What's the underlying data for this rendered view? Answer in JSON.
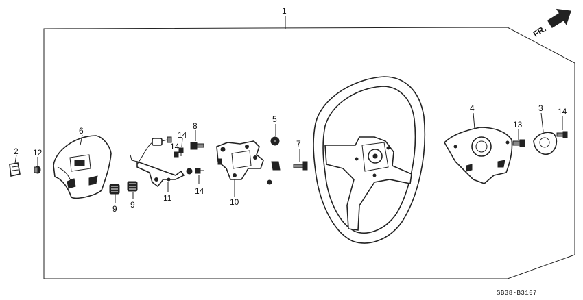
{
  "diagram": {
    "callouts": [
      "1",
      "2",
      "3",
      "4",
      "5",
      "6",
      "7",
      "8",
      "9",
      "9",
      "10",
      "11",
      "12",
      "13",
      "14",
      "14",
      "14",
      "14"
    ],
    "direction_label": "FR.",
    "code": "SB38-B3107",
    "colors": {
      "ink": "#222222",
      "background": "#ffffff"
    }
  }
}
